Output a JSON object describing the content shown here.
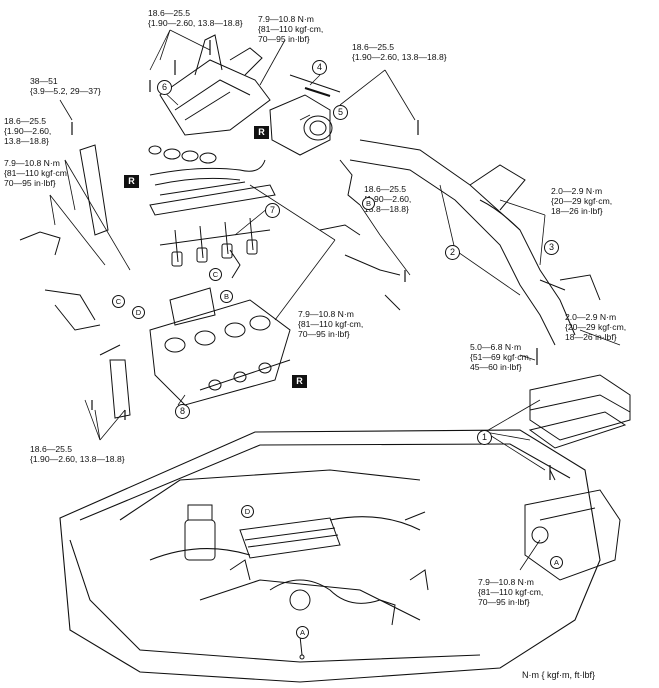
{
  "torques": {
    "t1": "18.6—25.5\n{1.90—2.60, 13.8—18.8}",
    "t2": "7.9—10.8 N·m\n{81—110 kgf·cm,\n70—95 in·lbf}",
    "t3": "18.6—25.5\n{1.90—2.60, 13.8—18.8}",
    "t4": "38—51\n{3.9—5.2, 29—37}",
    "t5": "18.6—25.5\n{1.90—2.60,\n13.8—18.8}",
    "t6": "7.9—10.8 N·m\n{81—110 kgf·cm,\n70—95 in·lbf}",
    "t7": "18.6—25.5\n{1.90—2.60,\n13.8—18.8}",
    "t8": "2.0—2.9 N·m\n{20—29 kgf·cm,\n18—26 in·lbf}",
    "t9": "2.0—2.9 N·m\n{20—29 kgf·cm,\n18—26 in·lbf}",
    "t10": "5.0—6.8 N·m\n{51—69 kgf·cm,\n45—60 in·lbf}",
    "t11": "7.9—10.8 N·m\n{81—110 kgf·cm,\n70—95 in·lbf}",
    "t12": "18.6—25.5\n{1.90—2.60, 13.8—18.8}",
    "t13": "7.9—10.8 N·m\n{81—110 kgf·cm,\n70—95 in·lbf}"
  },
  "callouts": [
    "1",
    "2",
    "3",
    "4",
    "5",
    "6",
    "7",
    "8"
  ],
  "letters": {
    "a": "A",
    "b": "B",
    "c": "C",
    "d": "D"
  },
  "replace_mark": "R",
  "unit_legend": "N·m { kgf·m, ft·lbf}"
}
